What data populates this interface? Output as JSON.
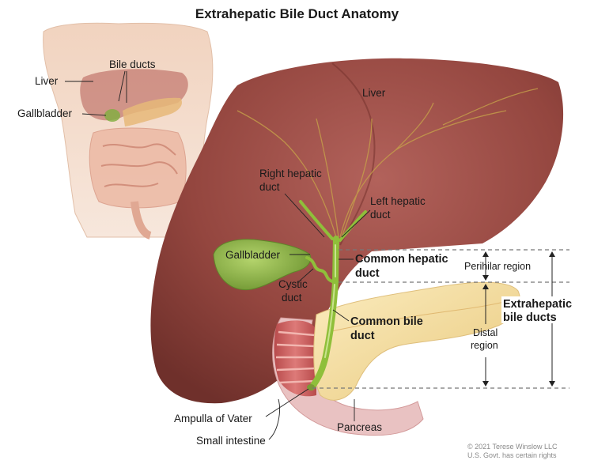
{
  "title": "Extrahepatic Bile Duct Anatomy",
  "inset": {
    "liver": "Liver",
    "bile_ducts": "Bile ducts",
    "gallbladder": "Gallbladder"
  },
  "main": {
    "liver": "Liver",
    "right_hepatic_duct": [
      "Right hepatic",
      "duct"
    ],
    "left_hepatic_duct": [
      "Left hepatic",
      "duct"
    ],
    "gallbladder": "Gallbladder",
    "common_hepatic_duct": [
      "Common hepatic",
      "duct"
    ],
    "cystic_duct": [
      "Cystic",
      "duct"
    ],
    "common_bile_duct": [
      "Common bile",
      "duct"
    ],
    "ampulla_of_vater": "Ampulla of Vater",
    "small_intestine": "Small intestine",
    "pancreas": "Pancreas"
  },
  "regions": {
    "perihilar": "Perihilar region",
    "distal": [
      "Distal",
      "region"
    ],
    "extrahepatic": [
      "Extrahepatic",
      "bile ducts"
    ]
  },
  "credit": [
    "© 2021 Terese Winslow LLC",
    "U.S. Govt. has certain rights"
  ],
  "colors": {
    "liver": "#9a4a45",
    "liver_dark": "#6e2f2c",
    "gallbladder": "#8fb84a",
    "duct": "#8fbf3a",
    "pancreas": "#f3dc9c",
    "intestine": "#c9595a",
    "skin": "#e8c3aa"
  }
}
